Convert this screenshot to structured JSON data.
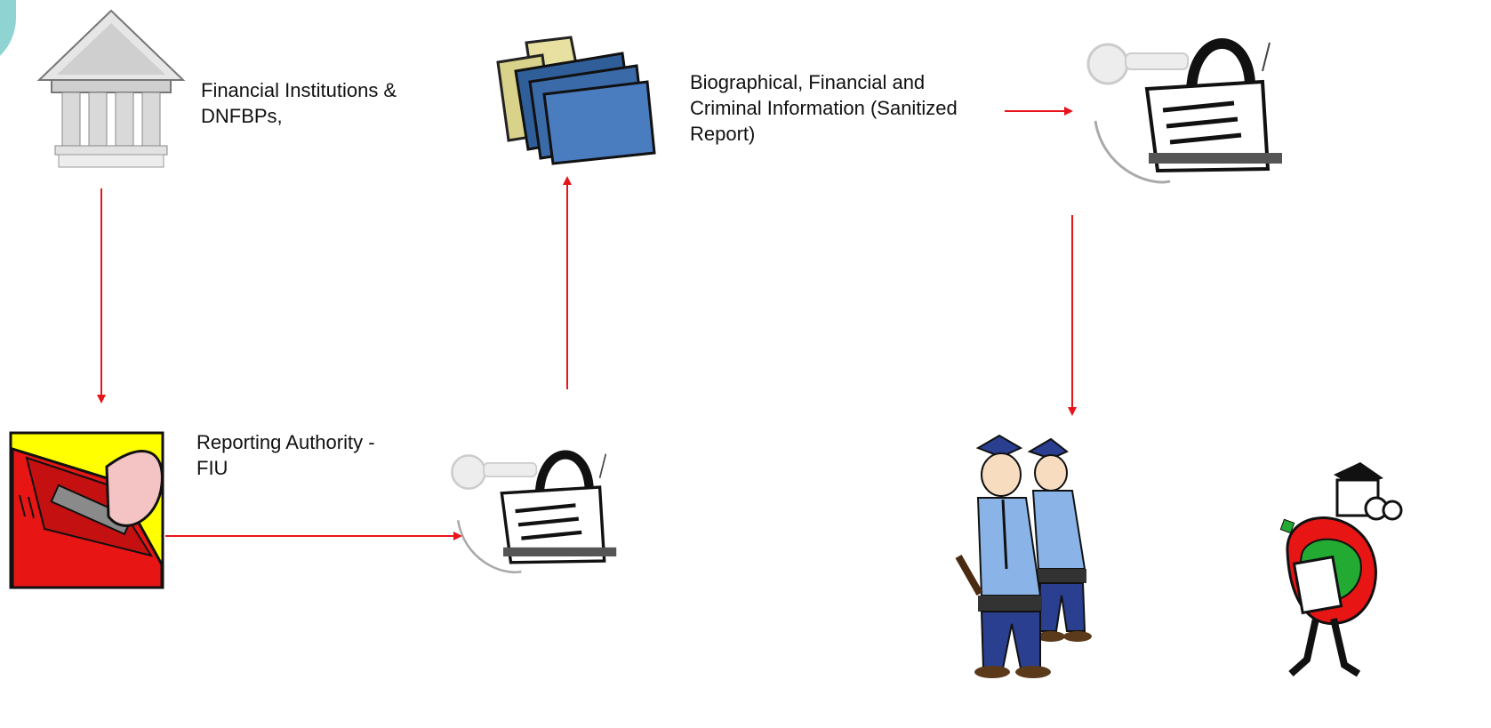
{
  "labels": {
    "institutions": {
      "line1": "Financial Institutions &",
      "line2": "DNFBPs,"
    },
    "information": {
      "line1": "Biographical, Financial and",
      "line2": "Criminal Information (Sanitized",
      "line3": "Report)"
    },
    "authority": {
      "line1": "Reporting Authority -",
      "line2": "FIU"
    }
  },
  "colors": {
    "arrow": "#e8141b",
    "accent_teal": "#8fd3d3",
    "folder_blue": "#3a6aa8",
    "police_blue": "#8ab4e8",
    "report_red": "#e81515",
    "report_yellow": "#ffff00",
    "money_green": "#22aa33"
  },
  "icons": {
    "bank": "bank-building-icon",
    "files": "file-folders-icon",
    "lock_top": "padlock-key-icon",
    "lock_bottom": "padlock-key-icon",
    "report": "report-folder-icon",
    "police": "police-officers-icon",
    "thief": "money-thief-icon"
  }
}
